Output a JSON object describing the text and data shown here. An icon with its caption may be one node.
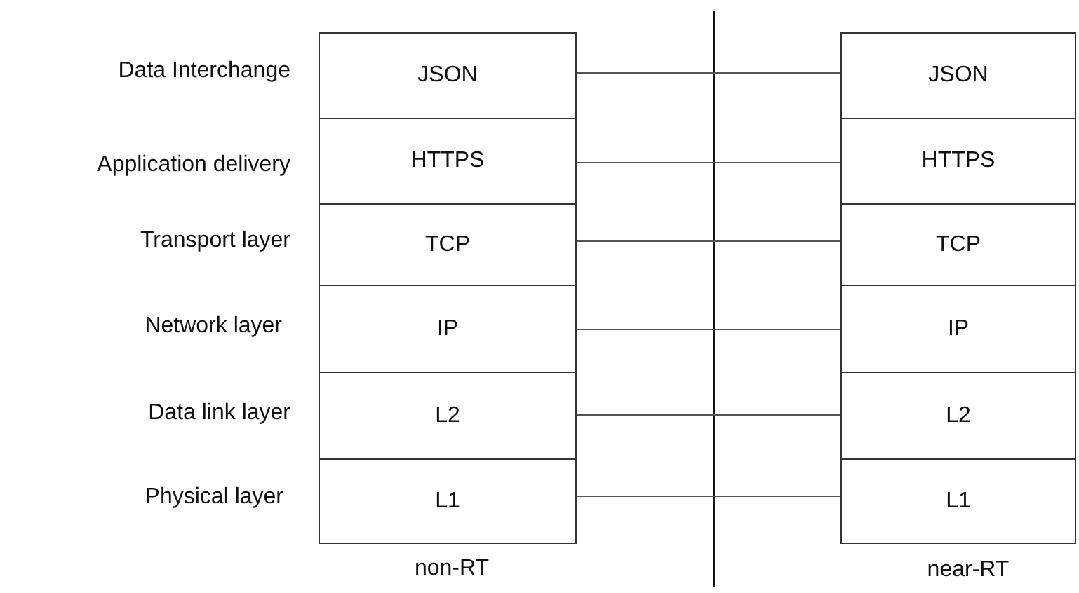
{
  "diagram": {
    "nodes": [
      {
        "text": [
          "JSON"
        ]
      },
      {
        "text": [
          "HTTPS"
        ]
      },
      {
        "text": [
          "TCP"
        ]
      },
      {
        "text": [
          "IP"
        ]
      },
      {
        "text": [
          "L2"
        ]
      },
      {
        "text": [
          "L1"
        ]
      },
      {
        "text": [
          "JSON"
        ]
      },
      {
        "text": [
          "HTTPS"
        ]
      },
      {
        "text": [
          "TCP"
        ]
      },
      {
        "text": [
          "IP"
        ]
      },
      {
        "text": [
          "L2"
        ]
      },
      {
        "text": [
          "L1"
        ]
      }
    ],
    "edges": [
      {
        "from": 0,
        "to": 6,
        "arrow": "none"
      },
      {
        "from": 1,
        "to": 7,
        "arrow": "none"
      },
      {
        "from": 2,
        "to": 8,
        "arrow": "none"
      },
      {
        "from": 3,
        "to": 9,
        "arrow": "none"
      },
      {
        "from": 4,
        "to": 10,
        "arrow": "none"
      },
      {
        "from": 5,
        "to": 11,
        "arrow": "none"
      }
    ],
    "labels": [
      "Data Interchange",
      "Application delivery",
      "Transport layer",
      "Network layer",
      "Data link layer",
      "Physical layer",
      "non-RT",
      "near-RT"
    ]
  }
}
